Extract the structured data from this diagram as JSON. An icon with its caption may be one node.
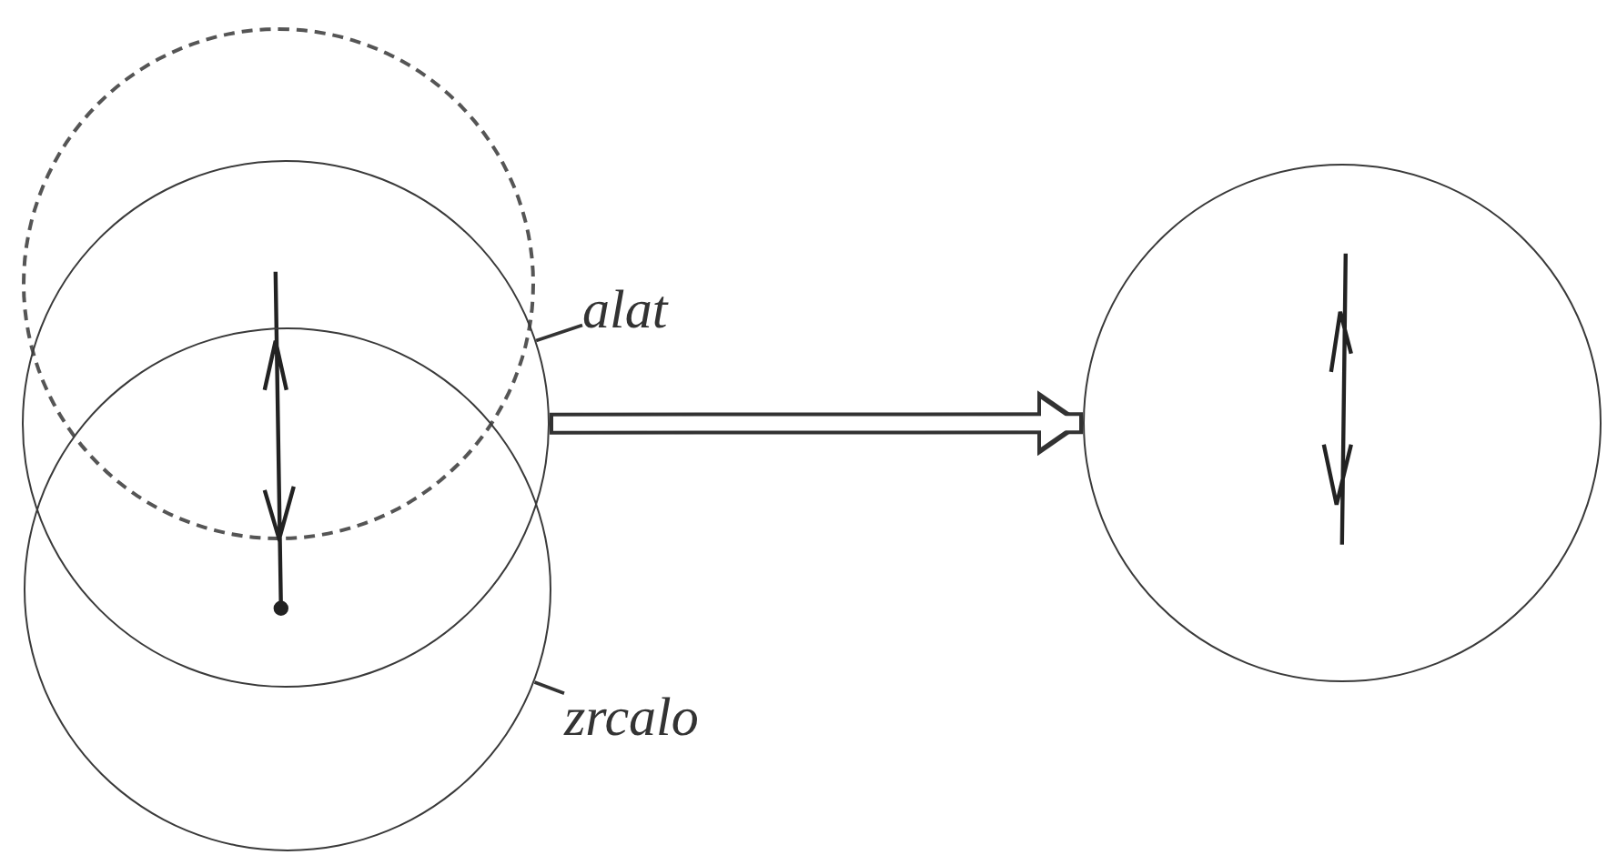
{
  "diagram": {
    "nodes": [
      {
        "text": [],
        "shape": "circle"
      },
      {
        "text": [],
        "shape": "circle"
      },
      {
        "text": [],
        "shape": "circle"
      },
      {
        "text": [
          "alat"
        ]
      },
      {
        "text": [
          "zrcalo"
        ]
      },
      {
        "text": [],
        "shape": "circle"
      }
    ],
    "edges": [
      {
        "from": 3,
        "to": 1,
        "arrow": "none"
      },
      {
        "from": 4,
        "to": 2,
        "arrow": "none"
      },
      {
        "from": 1,
        "to": 5,
        "arrow": "to",
        "style": "thick"
      }
    ]
  }
}
